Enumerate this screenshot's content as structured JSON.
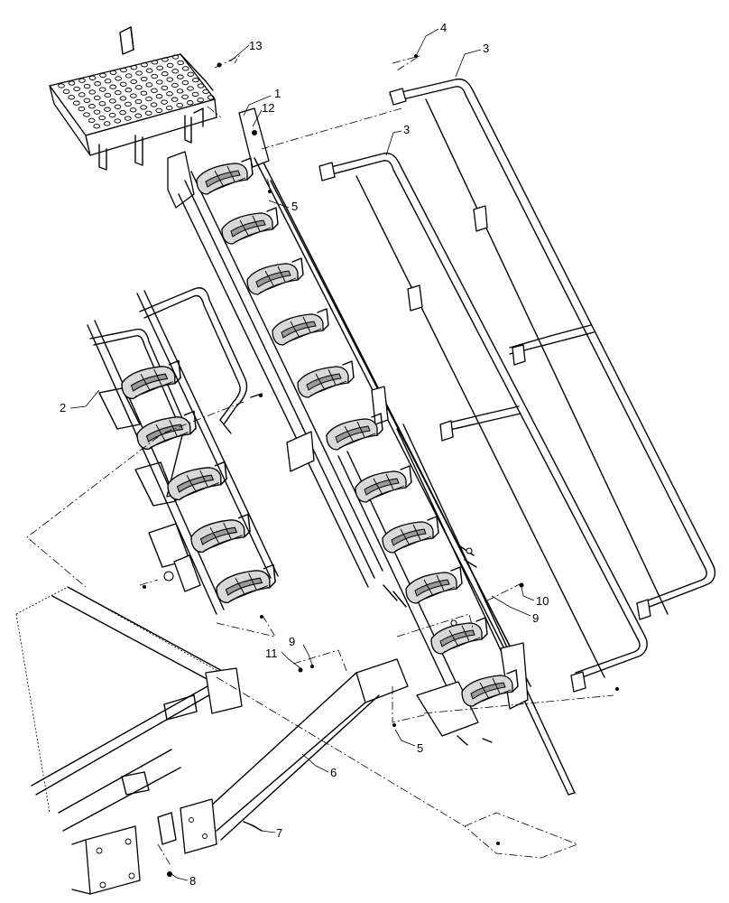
{
  "diagram": {
    "type": "exploded-parts-diagram",
    "callouts": [
      {
        "id": "c1",
        "label": "1"
      },
      {
        "id": "c2",
        "label": "2"
      },
      {
        "id": "c3a",
        "label": "3"
      },
      {
        "id": "c3b",
        "label": "3"
      },
      {
        "id": "c4",
        "label": "4"
      },
      {
        "id": "c5a",
        "label": "5"
      },
      {
        "id": "c5b",
        "label": "5"
      },
      {
        "id": "c6",
        "label": "6"
      },
      {
        "id": "c7",
        "label": "7"
      },
      {
        "id": "c8",
        "label": "8"
      },
      {
        "id": "c9a",
        "label": "9"
      },
      {
        "id": "c9b",
        "label": "9"
      },
      {
        "id": "c10",
        "label": "10"
      },
      {
        "id": "c11",
        "label": "11"
      },
      {
        "id": "c12",
        "label": "12"
      },
      {
        "id": "c13",
        "label": "13"
      }
    ]
  }
}
